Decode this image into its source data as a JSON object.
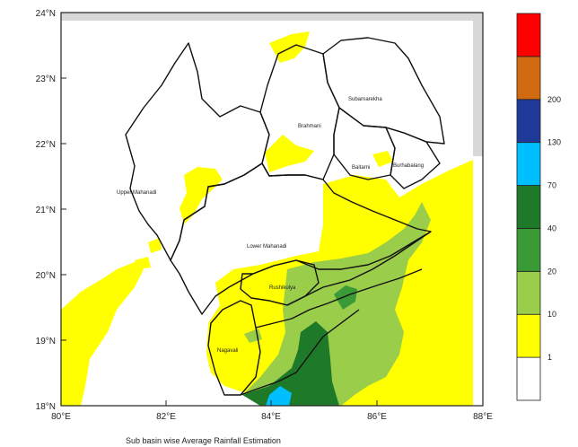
{
  "map": {
    "lat_labels": [
      "24°N",
      "23°N",
      "22°N",
      "21°N",
      "20°N",
      "19°N",
      "18°N"
    ],
    "lon_labels": [
      "80°E",
      "82°E",
      "84°E",
      "86°E",
      "88°E"
    ],
    "basins": [
      {
        "name": "Subarnarekha"
      },
      {
        "name": "Brahmani"
      },
      {
        "name": "Baitarni"
      },
      {
        "name": "Burhabalang"
      },
      {
        "name": "Upper Mahanadi"
      },
      {
        "name": "Lower Mahanadi"
      },
      {
        "name": "Rushikulya"
      },
      {
        "name": "Nagavali"
      }
    ],
    "caption": "Sub basin wise Average Rainfall Estimation"
  },
  "legend": {
    "bins": [
      {
        "color": "#ffffff"
      },
      {
        "color": "#ffff00"
      },
      {
        "color": "#9acd4a"
      },
      {
        "color": "#3a9a35"
      },
      {
        "color": "#1e7a28"
      },
      {
        "color": "#00bfff"
      },
      {
        "color": "#203a9a"
      },
      {
        "color": "#d26a12"
      },
      {
        "color": "#ff0000"
      }
    ],
    "labels": [
      "1",
      "10",
      "20",
      "40",
      "70",
      "130",
      "200"
    ]
  }
}
